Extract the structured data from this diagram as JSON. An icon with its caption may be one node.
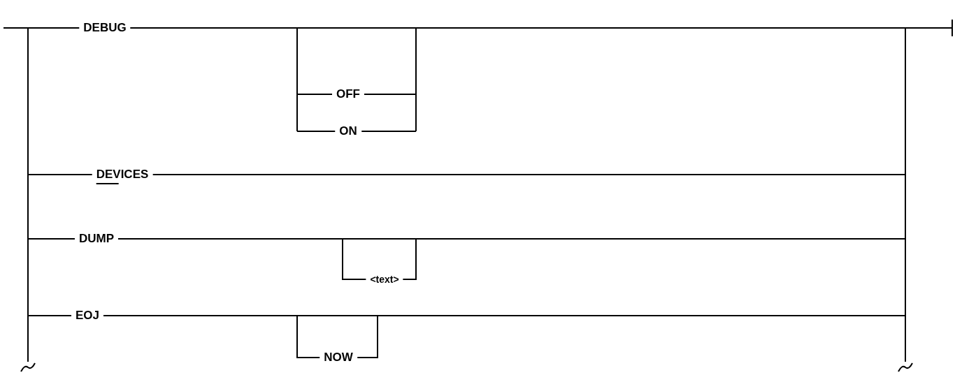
{
  "diagram": {
    "labels": [
      "DEBUG",
      "OFF",
      "ON",
      "DEVICES",
      "DUMP",
      "<text>",
      "EOJ",
      "NOW"
    ]
  }
}
